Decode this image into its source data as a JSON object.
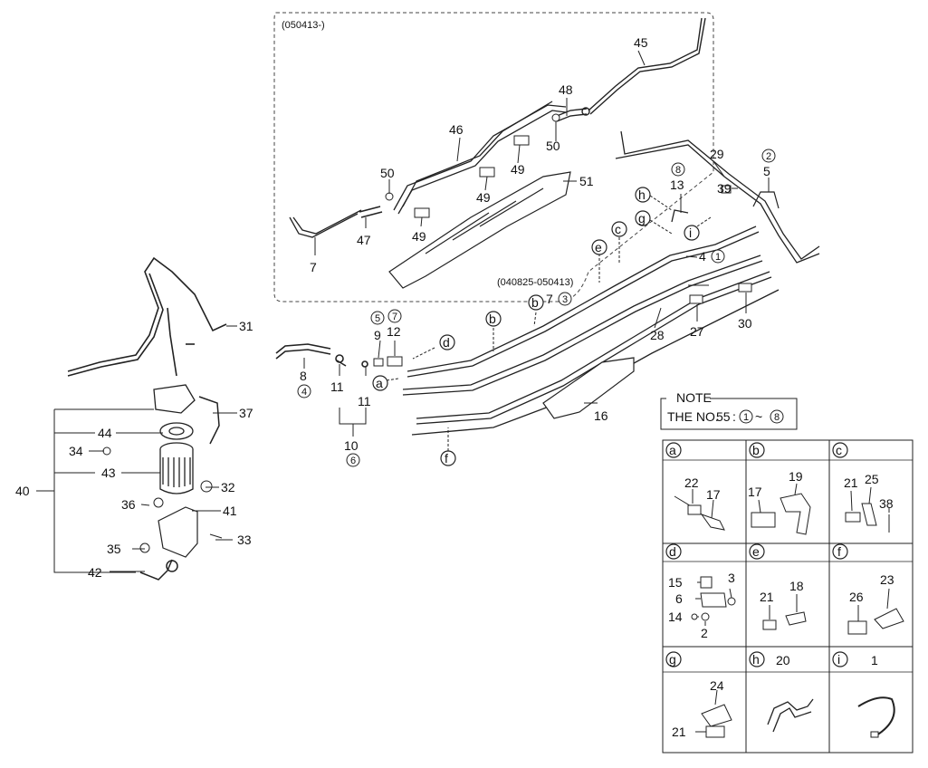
{
  "variant_box": {
    "label": "(050413-)"
  },
  "date_range_label": "(040825-050413)",
  "labels": {
    "p1": "1",
    "p2": "2",
    "p3": "3",
    "p4": "4",
    "p5": "5",
    "p6": "6",
    "p7": "7",
    "p8": "8",
    "p9": "9",
    "p10": "10",
    "p11": "11",
    "p12": "12",
    "p13": "13",
    "p14": "14",
    "p15": "15",
    "p16": "16",
    "p17": "17",
    "p18": "18",
    "p19": "19",
    "p20": "20",
    "p21": "21",
    "p22": "22",
    "p23": "23",
    "p24": "24",
    "p25": "25",
    "p26": "26",
    "p27": "27",
    "p28": "28",
    "p29": "29",
    "p30": "30",
    "p31": "31",
    "p32": "32",
    "p33": "33",
    "p34": "34",
    "p35": "35",
    "p36": "36",
    "p37": "37",
    "p38": "38",
    "p39": "39",
    "p40": "40",
    "p41": "41",
    "p42": "42",
    "p43": "43",
    "p44": "44",
    "p45": "45",
    "p46": "46",
    "p47": "47",
    "p48": "48",
    "p49": "49",
    "p50": "50",
    "p51": "51"
  },
  "circled": {
    "c1": "1",
    "c2": "2",
    "c3": "3",
    "c4": "4",
    "c5": "5",
    "c6": "6",
    "c7": "7",
    "c8": "8"
  },
  "callouts": {
    "a": "a",
    "b": "b",
    "c": "c",
    "d": "d",
    "e": "e",
    "f": "f",
    "g": "g",
    "h": "h",
    "i": "i"
  },
  "note": {
    "title": "NOTE",
    "text_prefix": "THE NO.",
    "number": "55",
    "range_start": "1",
    "range_tilde": "~",
    "range_end": "8"
  },
  "detail_table": {
    "cells": [
      {
        "letter": "a",
        "parts": [
          "22",
          "17"
        ]
      },
      {
        "letter": "b",
        "parts": [
          "17",
          "19"
        ]
      },
      {
        "letter": "c",
        "parts": [
          "21",
          "25",
          "38"
        ]
      },
      {
        "letter": "d",
        "parts": [
          "15",
          "3",
          "6",
          "14",
          "2"
        ]
      },
      {
        "letter": "e",
        "parts": [
          "21",
          "18"
        ]
      },
      {
        "letter": "f",
        "parts": [
          "23",
          "26"
        ]
      },
      {
        "letter": "g",
        "parts": [
          "24",
          "21"
        ]
      },
      {
        "letter": "h",
        "header_part": "20",
        "parts": []
      },
      {
        "letter": "i",
        "header_part": "1",
        "parts": []
      }
    ]
  }
}
